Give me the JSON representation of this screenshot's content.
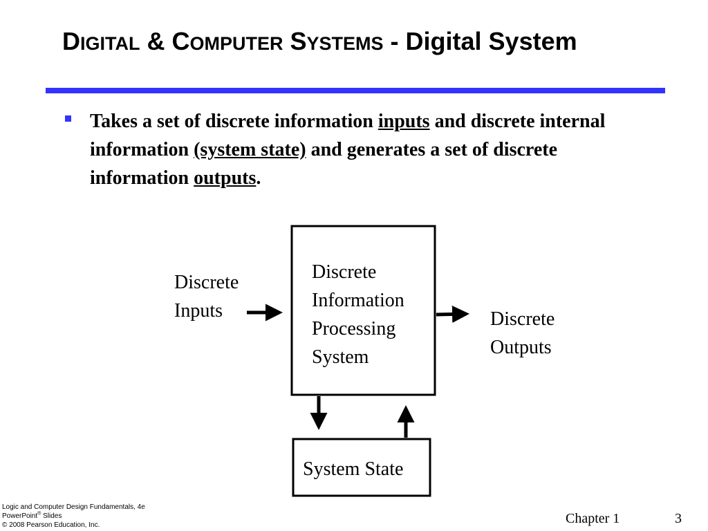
{
  "slide": {
    "title": {
      "d1": "D",
      "w1": "IGITAL",
      "amp": " & ",
      "c1": "C",
      "w2": "OMPUTER",
      "s1": " S",
      "w3": "YSTEMS",
      "rest": " - Digital System"
    },
    "bullet": {
      "t1": "Takes a set of discrete information ",
      "u1": "inputs",
      "t2": " and discrete internal information ",
      "u2": "(system state)",
      "t3": " and generates a set of discrete information ",
      "u3": "outputs",
      "t4": "."
    },
    "diagram": {
      "inputs_label": [
        "Discrete",
        "Inputs"
      ],
      "processor_label": [
        "Discrete",
        "Information",
        "Processing",
        "System"
      ],
      "outputs_label": [
        "Discrete",
        "Outputs"
      ],
      "state_label": "System State"
    },
    "footer": {
      "line1": "Logic and Computer Design Fundamentals, 4e",
      "line2_a": "PowerPoint",
      "line2_sup": "®",
      "line2_b": " Slides",
      "line3": "© 2008 Pearson Education, Inc.",
      "chapter": "Chapter 1",
      "page": "3"
    },
    "colors": {
      "accent": "#3333ff",
      "text": "#000000"
    }
  }
}
